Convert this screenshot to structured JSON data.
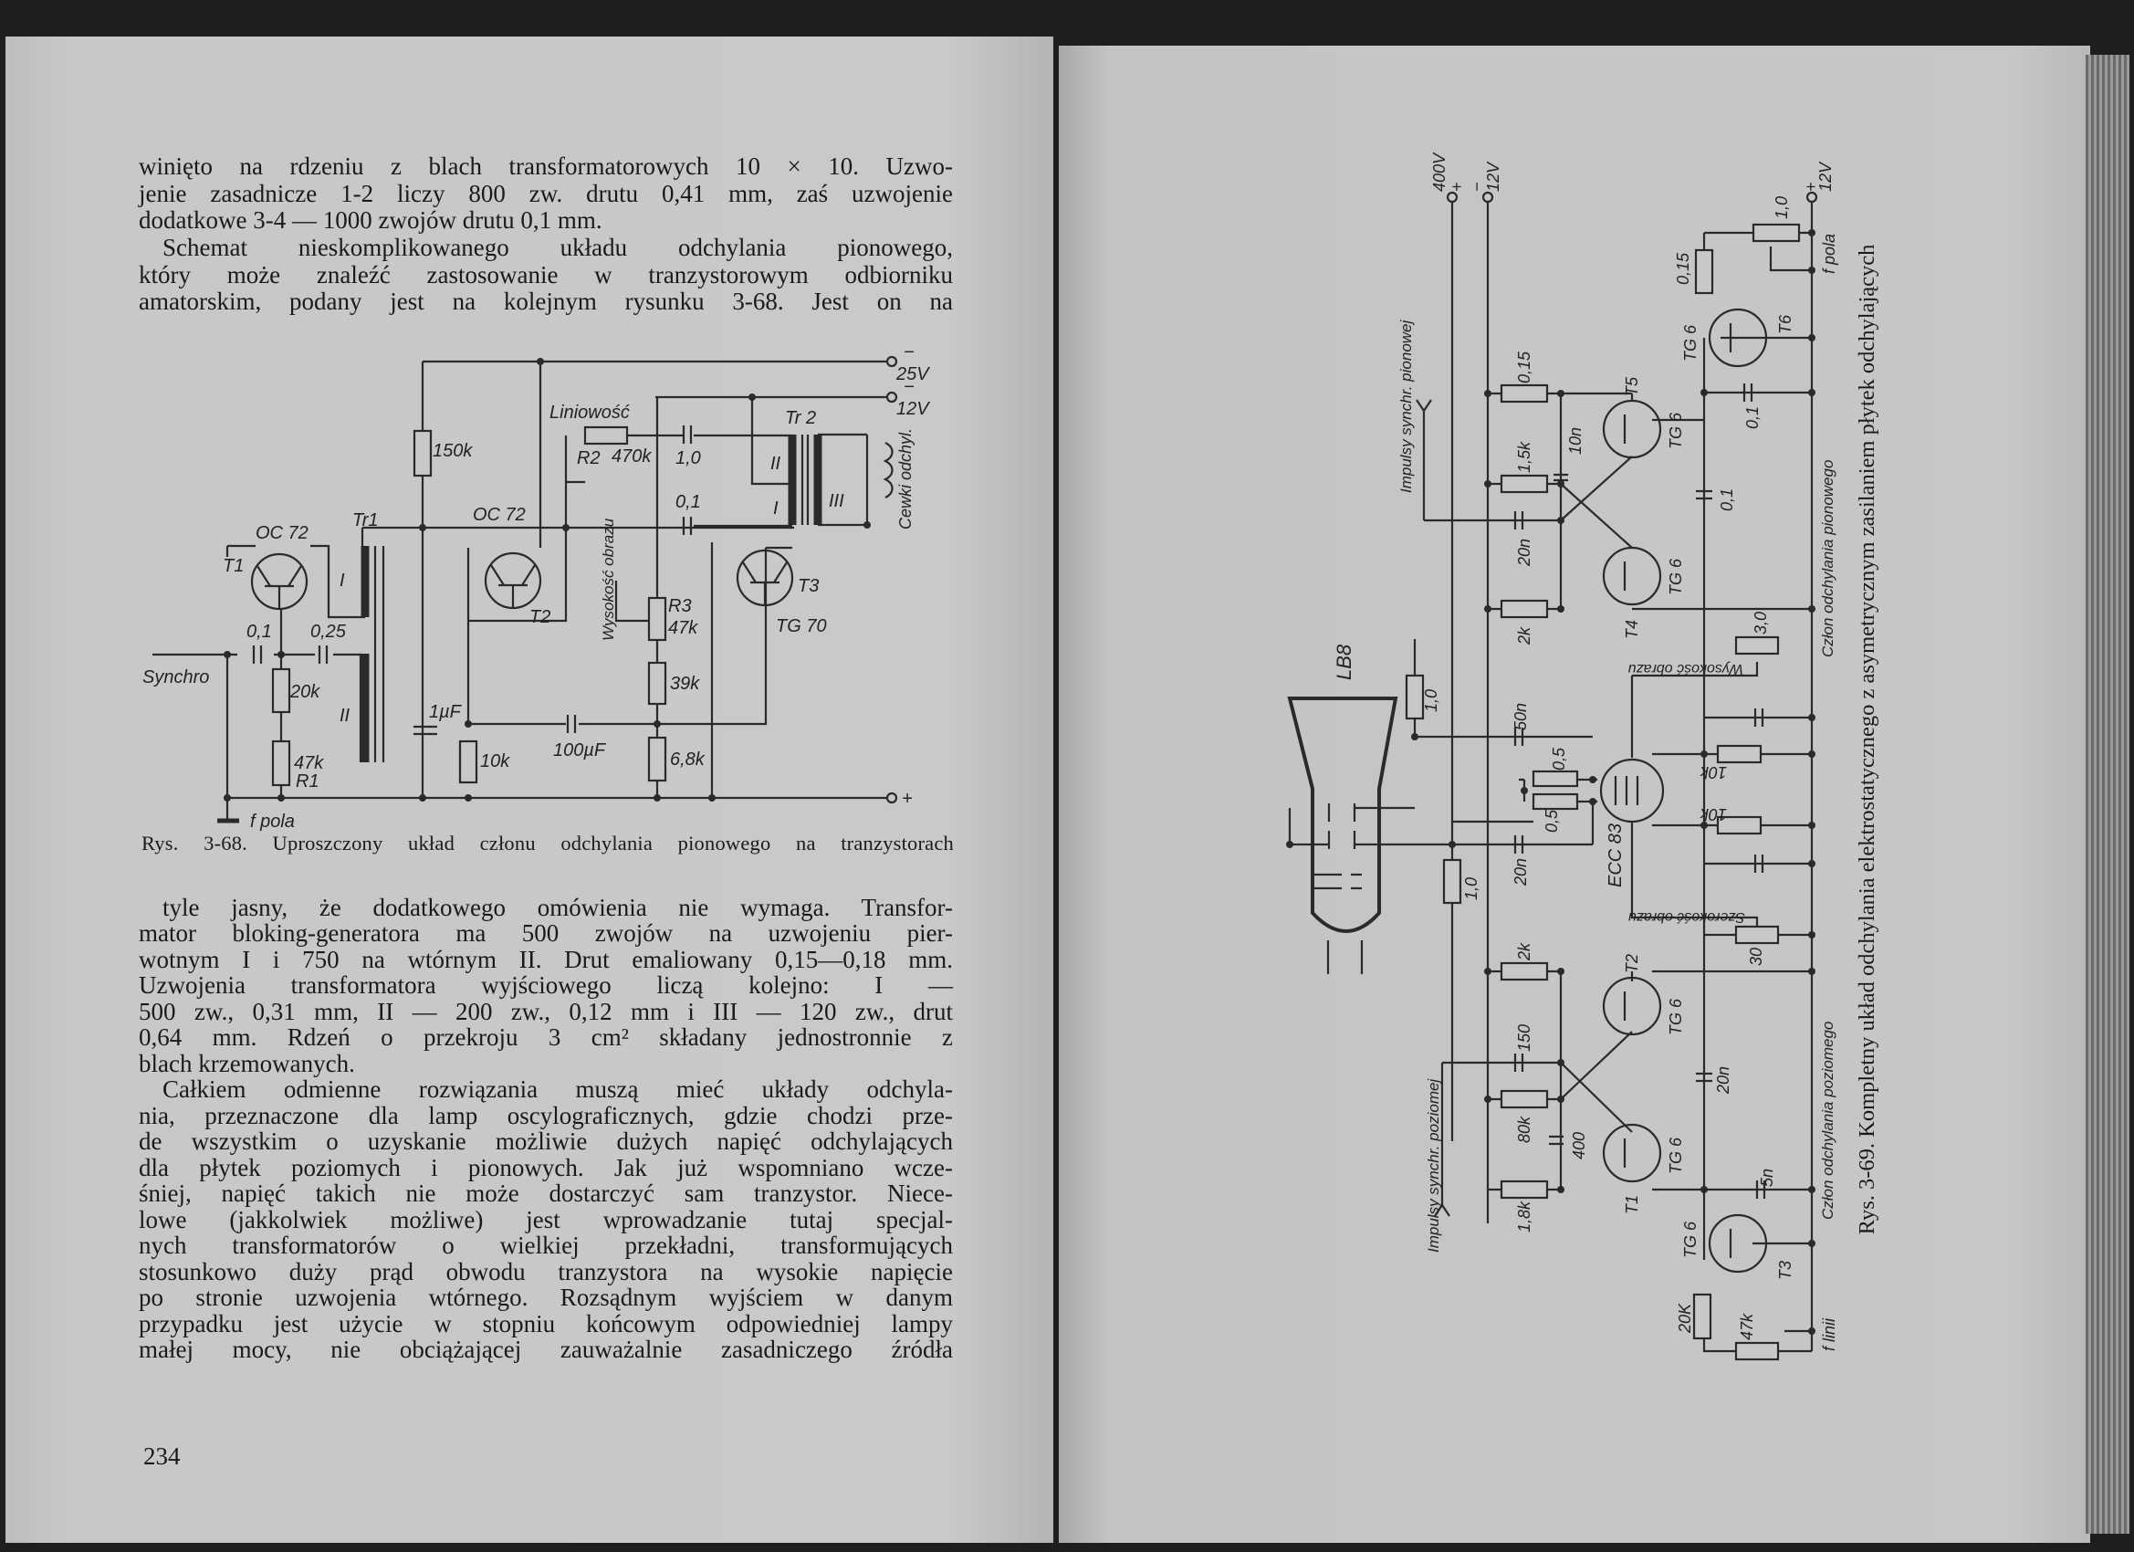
{
  "left_page": {
    "paragraph_1": [
      "winięto na rdzeniu z blach transformatorowych 10 × 10. Uzwo-",
      "jenie zasadnicze 1-2 liczy 800 zw. drutu 0,41 mm, zaś uzwojenie",
      "dodatkowe 3-4 — 1000 zwojów drutu 0,1 mm."
    ],
    "paragraph_2": [
      "Schemat nieskomplikowanego układu odchylania pionowego,",
      "który może znaleźć zastosowanie w tranzystorowym odbiorniku",
      "amatorskim, podany jest na kolejnym rysunku 3-68. Jest on na"
    ],
    "figure": {
      "labels": {
        "v25": "25V",
        "v12": "12V",
        "minus": "−",
        "plus": "+",
        "r150k": "150k",
        "tr1": "Tr1",
        "winding_1": "I",
        "winding_2": "II",
        "t1": "T1",
        "oc72_a": "OC 72",
        "t2": "T2",
        "oc72_b": "OC 72",
        "t3": "T3",
        "tg70": "TG 70",
        "c01_a": "0,1",
        "c025": "0,25",
        "synchro": "Synchro",
        "r20k": "20k",
        "r47k": "47k",
        "r1": "R1",
        "f_pola": "f pola",
        "liniowosc": "Liniowość",
        "r2": "R2",
        "r470k": "470k",
        "c10": "1,0",
        "c01_b": "0,1",
        "tr2": "Tr 2",
        "tr2_1": "I",
        "tr2_2": "II",
        "tr2_3": "III",
        "cewki": "Cewki odchyl.",
        "r3": "R3",
        "r3_47k": "47k",
        "wysokosc": "Wysokość obrazu",
        "r39k": "39k",
        "r68k": "6,8k",
        "c100uf": "100µF",
        "c1uf": "1µF",
        "r10k": "10k"
      },
      "caption": "Rys. 3-68. Uproszczony układ członu odchylania pionowego na tranzystorach"
    },
    "paragraph_3": [
      "tyle jasny, że dodatkowego omówienia nie wymaga. Transfor-",
      "mator bloking-generatora ma 500 zwojów na uzwojeniu pier-",
      "wotnym I i 750 na wtórnym II. Drut emaliowany 0,15—0,18 mm.",
      "Uzwojenia transformatora wyjściowego liczą kolejno: I —",
      "500 zw., 0,31 mm, II — 200 zw., 0,12 mm i III — 120 zw., drut",
      "0,64 mm. Rdzeń o przekroju 3 cm² składany jednostronnie z",
      "blach krzemowanych."
    ],
    "paragraph_4": [
      "Całkiem odmienne rozwiązania muszą mieć układy odchyla-",
      "nia, przeznaczone dla lamp oscylograficznych, gdzie chodzi prze-",
      "de wszystkim o uzyskanie możliwie dużych napięć odchylających",
      "dla płytek poziomych i pionowych. Jak już wspomniano wcze-",
      "śniej, napięć takich nie może dostarczyć sam tranzystor. Niece-",
      "lowe (jakkolwiek możliwe) jest wprowadzanie tutaj specjal-",
      "nych transformatorów o wielkiej przekładni, transformujących",
      "stosunkowo duży prąd obwodu tranzystora na wysokie napięcie",
      "po stronie uzwojenia wtórnego. Rozsądnym wyjściem w danym",
      "przypadku jest użycie w stopniu końcowym odpowiedniej lampy",
      "małej mocy, nie obciążającej zauważalnie zasadniczego źródła"
    ],
    "page_number": "234"
  },
  "right_page": {
    "figure": {
      "labels": {
        "v400": "400V",
        "v12a": "12V",
        "v12b": "12V",
        "plus": "+",
        "minus": "−",
        "r015a": "0,15",
        "r15k": "1,5k",
        "c10n": "10n",
        "c20n_a": "20n",
        "r2k_a": "2k",
        "t5": "T5",
        "tg6_t5": "TG 6",
        "t4": "T4",
        "tg6_t4": "TG 6",
        "t6": "T6",
        "tg6_t6": "TG 6",
        "r015b": "0,15",
        "p10": "1,0",
        "f_pola": "f pola",
        "c01a": "0,1",
        "c01b": "0,1",
        "p30a": "3,0",
        "wysokosc": "Wysokość obrazu",
        "impulsy_pion": "Impulsy synchr. pionowej",
        "czlon_pion": "Człon odchylania pionowego",
        "lb8": "LB8",
        "r10a": "1,0",
        "c50n": "50n",
        "r05a": "0,5",
        "r05b": "0,5",
        "ecc83": "ECC 83",
        "c20n_b": "20n",
        "r10b": "1,0",
        "r10k_a": "10k",
        "r10k_b": "10k",
        "szerokosc": "Szerokość obrazu",
        "p30b": "30",
        "r2k_b": "2k",
        "c150": "150",
        "r80k": "80k",
        "c400": "400",
        "r18k": "1,8k",
        "t2": "T2",
        "tg6_t2": "TG 6",
        "t1": "T1",
        "tg6_t1": "TG 6",
        "c20n_c": "20n",
        "c5n": "5n",
        "t3": "T3",
        "tg6_t3": "TG 6",
        "r20k": "20K",
        "p47k": "47k",
        "f_linii": "f linii",
        "impulsy_poz": "Impulsy synchr. poziomej",
        "czlon_poz": "Człon odchylania poziomego"
      },
      "caption": "Rys. 3-69. Kompletny układ odchylania elektrostatycznego z asymetrycznym zasilaniem płytek odchylających"
    }
  }
}
